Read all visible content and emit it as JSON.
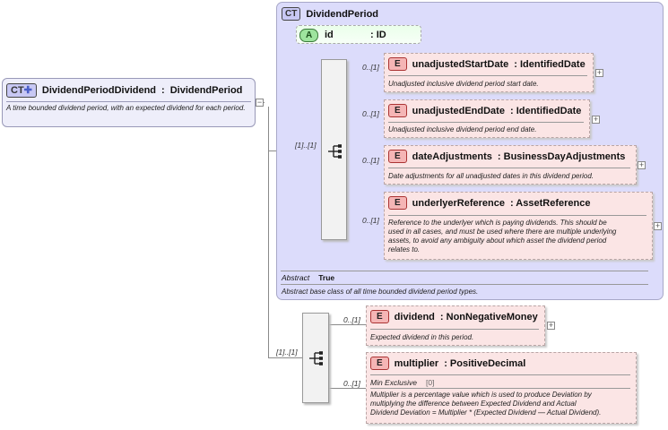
{
  "main_type": {
    "tag": "CT",
    "name": "DividendPeriodDividend",
    "type_sep": ":",
    "type": "DividendPeriod",
    "description": "A time bounded dividend period, with an expected dividend for each period."
  },
  "base_type": {
    "tag": "CT",
    "name": "DividendPeriod",
    "attribute": {
      "tag": "A",
      "name": "id",
      "type": ": ID"
    },
    "sequence_occurrence": "[1]..[1]",
    "elements": [
      {
        "occurrence": "0..[1]",
        "tag": "E",
        "name": "unadjustedStartDate",
        "type": ": IdentifiedDate",
        "description": [
          "Unadjusted inclusive dividend period start date."
        ]
      },
      {
        "occurrence": "0..[1]",
        "tag": "E",
        "name": "unadjustedEndDate",
        "type": ": IdentifiedDate",
        "description": [
          "Unadjusted inclusive dividend period end date."
        ]
      },
      {
        "occurrence": "0..[1]",
        "tag": "E",
        "name": "dateAdjustments",
        "type": ": BusinessDayAdjustments",
        "description": [
          "Date adjustments for all unadjusted dates in this dividend period."
        ]
      },
      {
        "occurrence": "0..[1]",
        "tag": "E",
        "name": "underlyerReference",
        "type": ": AssetReference",
        "description": [
          "Reference to the underlyer which is paying dividends. This should be",
          "used in all cases, and must be used where there are multiple underlying",
          "assets, to avoid any ambiguity about which asset the dividend period",
          "relates to."
        ]
      }
    ],
    "abstract_label": "Abstract",
    "abstract_value": "True",
    "description": "Abstract base class of all time bounded dividend period types."
  },
  "extension": {
    "sequence_occurrence": "[1]..[1]",
    "elements": [
      {
        "occurrence": "0..[1]",
        "tag": "E",
        "name": "dividend",
        "type": ": NonNegativeMoney",
        "description": [
          "Expected dividend in this period."
        ]
      },
      {
        "occurrence": "0..[1]",
        "tag": "E",
        "name": "multiplier",
        "type": ": PositiveDecimal",
        "facet_label": "Min Exclusive",
        "facet_value": "[0]",
        "description": [
          "Multiplier is a percentage value which is used to produce Deviation by",
          "multiplying the difference between Expected Dividend and Actual",
          "Dividend Deviation = Multiplier * (Expected Dividend — Actual Dividend)."
        ]
      }
    ]
  },
  "expand_symbol": "+",
  "collapse_symbol": "−",
  "icons": {
    "sequence": "sequence-compositor-icon",
    "complex_type": "complex-type-icon"
  },
  "colors": {
    "base_bg": "#dcdcfb",
    "element_bg": "#fbe5e5",
    "attribute_bg": "#eaffea"
  }
}
